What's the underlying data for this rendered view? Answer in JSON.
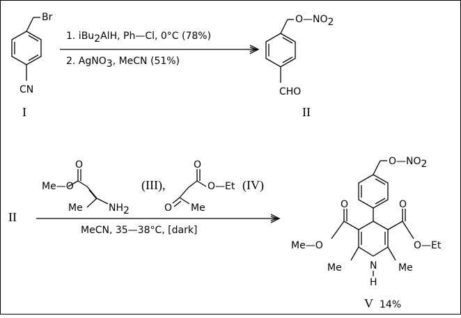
{
  "compounds": {
    "I": {
      "label": "I",
      "substituent_top": "Br",
      "substituent_bottom": "CN"
    },
    "II": {
      "label": "II",
      "substituent_top": "O—NO",
      "substituent_top_sub": "2",
      "substituent_bottom": "CHO"
    },
    "II_ref": {
      "label": "II"
    },
    "III": {
      "label": "(III),",
      "group_left": "Me—O",
      "group_bottom_left": "Me",
      "group_bottom_right": "NH",
      "group_bottom_right_sub": "2"
    },
    "IV": {
      "label": "(IV)",
      "group_right": "O—Et",
      "group_bottom": "Me"
    },
    "V": {
      "label": "V",
      "yield": "14%",
      "substituent_top": "O—NO",
      "substituent_top_sub": "2",
      "ester_left": "Me—O",
      "ester_right": "O—Et",
      "me_left": "Me",
      "me_right": "Me",
      "nh_n": "N",
      "nh_h": "H"
    }
  },
  "step1": {
    "condition1_prefix": "1. iBu",
    "condition1_sub": "2",
    "condition1_suffix": "AlH,  Ph—Cl,  0°C  (78%)",
    "condition2_prefix": "2. AgNO",
    "condition2_sub": "3",
    "condition2_suffix": ",   MeCN   (51%)"
  },
  "step2": {
    "condition": "MeCN,   35—38°C, [dark]"
  }
}
